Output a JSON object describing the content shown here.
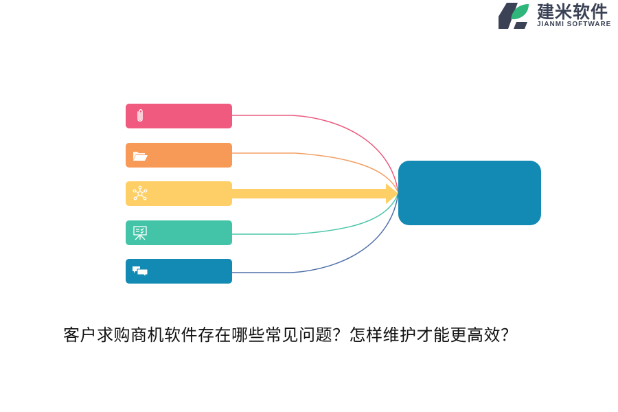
{
  "logo": {
    "name_cn": "建米软件",
    "name_en": "JIANMI SOFTWARE",
    "colors": {
      "dark": "#3b4256",
      "green": "#2fb67a"
    }
  },
  "diagram": {
    "nodes": [
      {
        "icon": "paperclip-icon",
        "color": "#f05a7e",
        "connector": "curve",
        "line_color": "#ea5b7f"
      },
      {
        "icon": "folder-open-icon",
        "color": "#f89a57",
        "connector": "curve",
        "line_color": "#f3a065"
      },
      {
        "icon": "network-people-icon",
        "color": "#fecf66",
        "connector": "arrow",
        "line_color": "#fecf66"
      },
      {
        "icon": "presentation-board-icon",
        "color": "#43c4a8",
        "connector": "curve",
        "line_color": "#4cc5aa"
      },
      {
        "icon": "chat-bubbles-icon",
        "color": "#128ab3",
        "connector": "curve",
        "line_color": "#4f6fa8"
      }
    ],
    "target": {
      "color": "#128ab3"
    }
  },
  "caption": "客户求购商机软件存在哪些常见问题？怎样维护才能更高效？"
}
